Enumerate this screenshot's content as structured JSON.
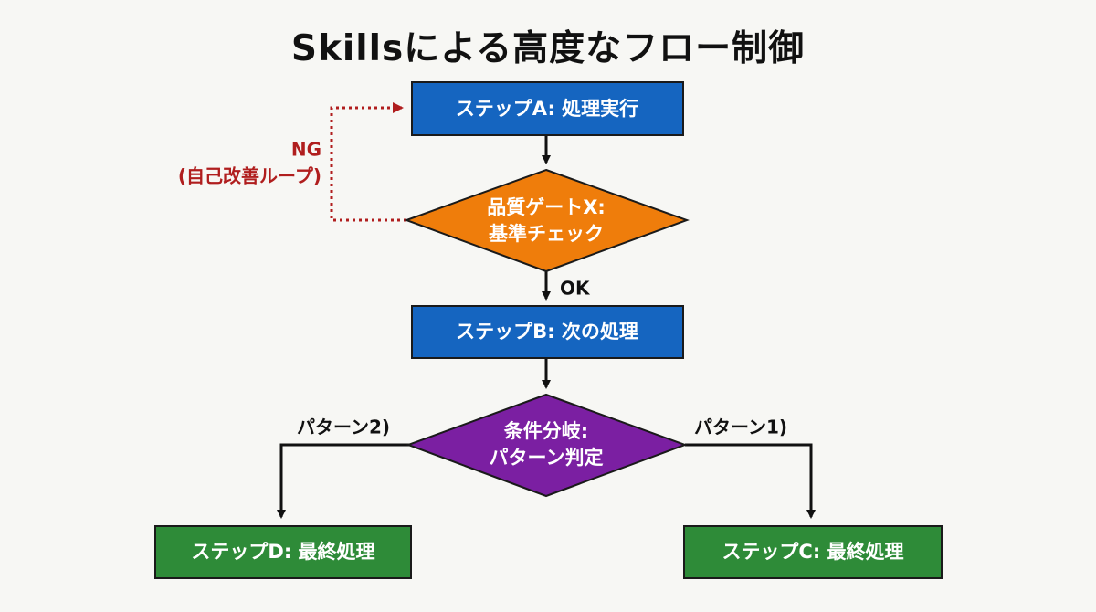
{
  "title": "Skillsによる高度なフロー制御",
  "nodes": {
    "step_a": "ステップA: 処理実行",
    "gate_x": [
      "品質ゲートX:",
      "基準チェック"
    ],
    "step_b": "ステップB: 次の処理",
    "branch": [
      "条件分岐:",
      "パターン判定"
    ],
    "step_c": "ステップC: 最終処理",
    "step_d": "ステップD: 最終処理"
  },
  "edges": {
    "ok": "OK",
    "ng": [
      "NG",
      "(自己改善ループ)"
    ],
    "pattern1": "パターン1)",
    "pattern2": "パターン2)"
  },
  "colors": {
    "step_blue": "#1565c0",
    "gate_orange": "#ef7d0b",
    "branch_purple": "#7b1fa2",
    "final_green": "#2e8b38",
    "loop_red": "#b01e1e",
    "border": "#1a1a1a"
  }
}
